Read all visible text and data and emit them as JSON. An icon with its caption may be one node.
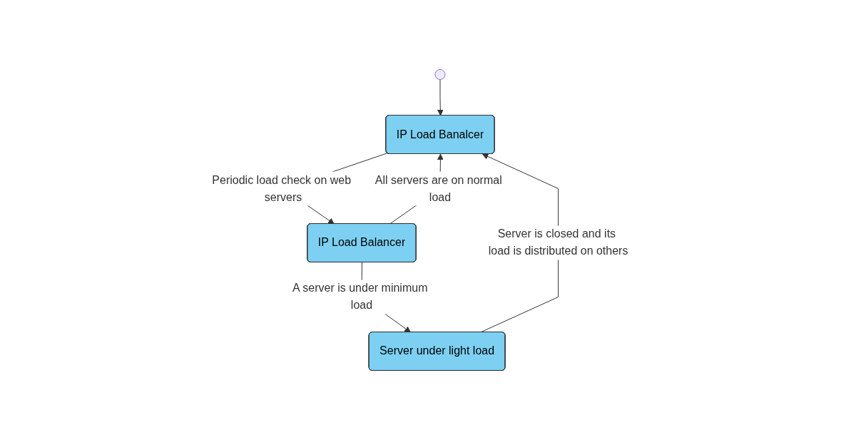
{
  "diagram": {
    "nodes": [
      {
        "text": [],
        "shape": "circle"
      },
      {
        "text": [
          "IP Load Banalcer"
        ]
      },
      {
        "text": [
          "IP Load Balancer"
        ]
      },
      {
        "text": [
          "Server under light load"
        ]
      }
    ],
    "edges": [
      {
        "from": 0,
        "to": 1,
        "arrow": "to"
      },
      {
        "from": 1,
        "to": 2,
        "arrow": "to",
        "label": "Periodic load check on web servers"
      },
      {
        "from": 2,
        "to": 1,
        "arrow": "to",
        "label": "All servers are on normal load"
      },
      {
        "from": 2,
        "to": 3,
        "arrow": "to",
        "label": "A server is under minimum load"
      },
      {
        "from": 3,
        "to": 1,
        "arrow": "to",
        "label": "Server is closed and its load is distributed on others"
      }
    ]
  }
}
